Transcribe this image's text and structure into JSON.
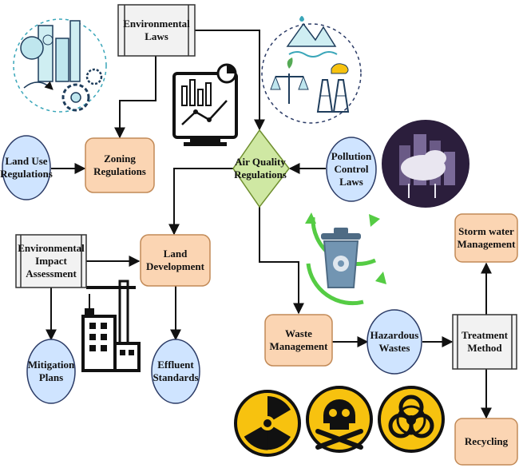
{
  "nodes": {
    "environmental_laws": {
      "label": "Environmental\nLaws"
    },
    "zoning_regulations": {
      "label": "Zoning\nRegulations"
    },
    "land_use_regulations": {
      "label": "Land Use\nRegulations"
    },
    "air_quality_regulations": {
      "label": "Air Quality\nRegulations"
    },
    "pollution_control_laws": {
      "label": "Pollution\nControl\nLaws"
    },
    "environmental_impact_assessment": {
      "label": "Environmental\nImpact\nAssessment"
    },
    "land_development": {
      "label": "Land\nDevelopment"
    },
    "mitigation_plans": {
      "label": "Mitigation\nPlans"
    },
    "effluent_standards": {
      "label": "Effluent\nStandards"
    },
    "waste_management": {
      "label": "Waste\nManagement"
    },
    "hazardous_wastes": {
      "label": "Hazardous\nWastes"
    },
    "treatment_method": {
      "label": "Treatment\nMethod"
    },
    "storm_water_management": {
      "label": "Storm water\nManagement"
    },
    "recycling": {
      "label": "Recycling"
    }
  },
  "colors": {
    "process_box": "#fbd5b3",
    "process_border": "#c28a57",
    "ellipse_fill": "#cfe4ff",
    "ellipse_border": "#2b3b66",
    "diamond_fill": "#cfe8a3",
    "diamond_border": "#6f8f2f",
    "document_fill": "#f2f2f2",
    "arrow": "#111111",
    "hazard_yellow": "#f7c20f",
    "recycle_green": "#55cc44",
    "bin_blue": "#6e8ea8",
    "icon_teal": "#3aa6b9",
    "night_purple": "#2b1e3c"
  },
  "icons": [
    "eco-city-icon",
    "analytics-monitor-icon",
    "climate-balance-icon",
    "city-pollution-icon",
    "recycle-bin-icon",
    "construction-crane-icon",
    "radiation-icon",
    "skull-crossbones-icon",
    "biohazard-icon"
  ]
}
